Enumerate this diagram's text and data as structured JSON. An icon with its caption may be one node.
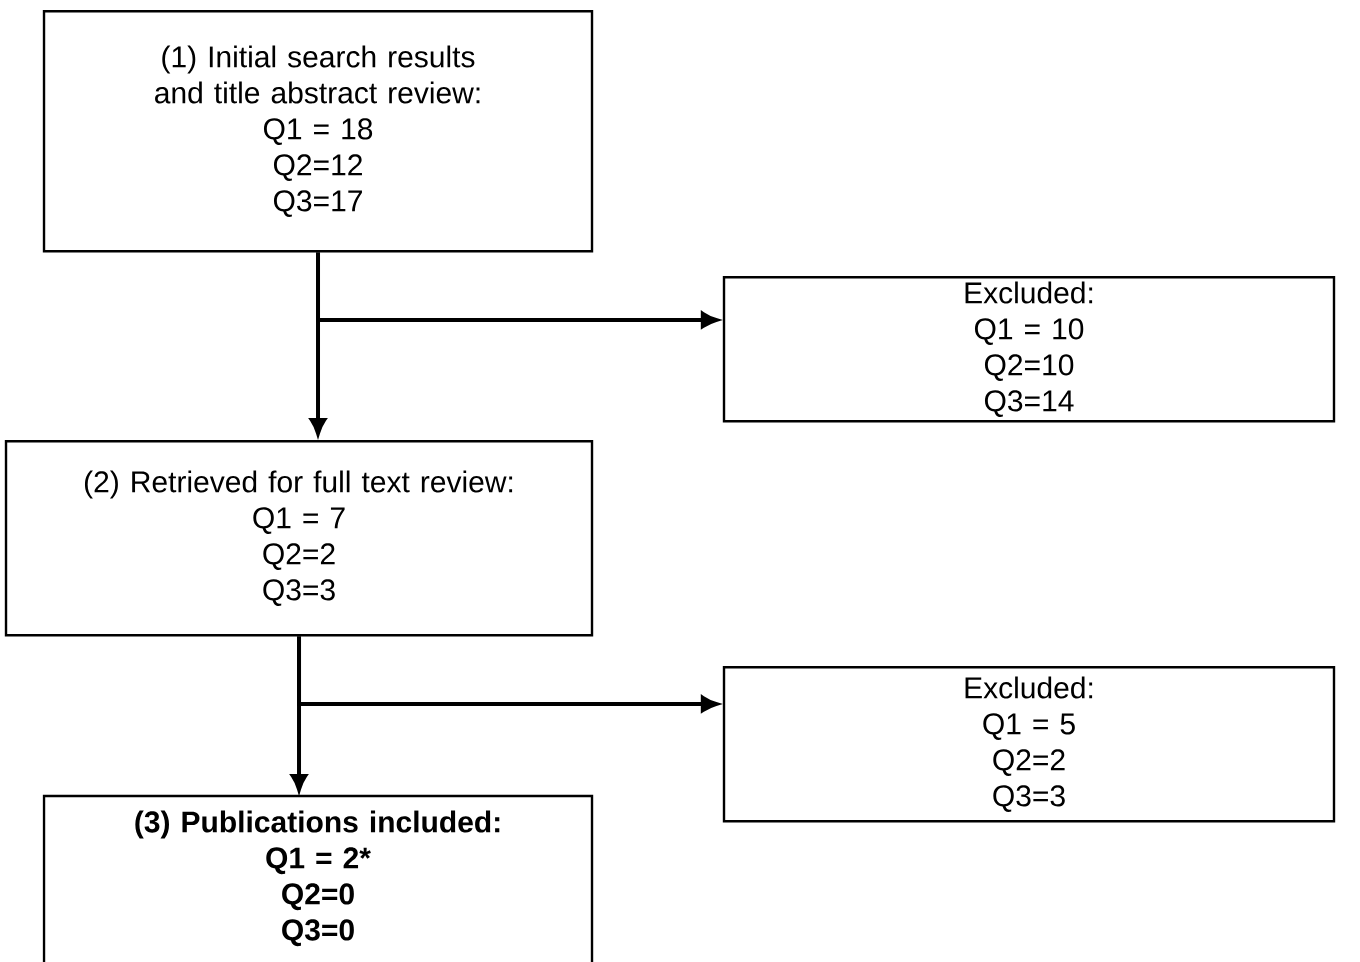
{
  "diagram": {
    "nodes": [
      {
        "text": [
          "(1) Initial search results and title abstract review:",
          "Q1 = 18",
          "Q2=12",
          "Q3=17"
        ]
      },
      {
        "text": [
          "Excluded:",
          "Q1 = 10",
          "Q2=10",
          "Q3=14"
        ]
      },
      {
        "text": [
          "(2) Retrieved for full text review:",
          "Q1 = 7",
          "Q2=2",
          "Q3=3"
        ]
      },
      {
        "text": [
          "Excluded:",
          "Q1 = 5",
          "Q2=2",
          "Q3=3"
        ]
      },
      {
        "text": [
          "(3) Publications included:",
          "Q1 = 2*",
          "Q2=0",
          "Q3=0"
        ]
      }
    ],
    "edges": [
      {
        "from": 0,
        "to": 2,
        "arrow": "to"
      },
      {
        "from": 0,
        "to": 1,
        "arrow": "to"
      },
      {
        "from": 2,
        "to": 4,
        "arrow": "to"
      },
      {
        "from": 2,
        "to": 3,
        "arrow": "to"
      }
    ]
  }
}
